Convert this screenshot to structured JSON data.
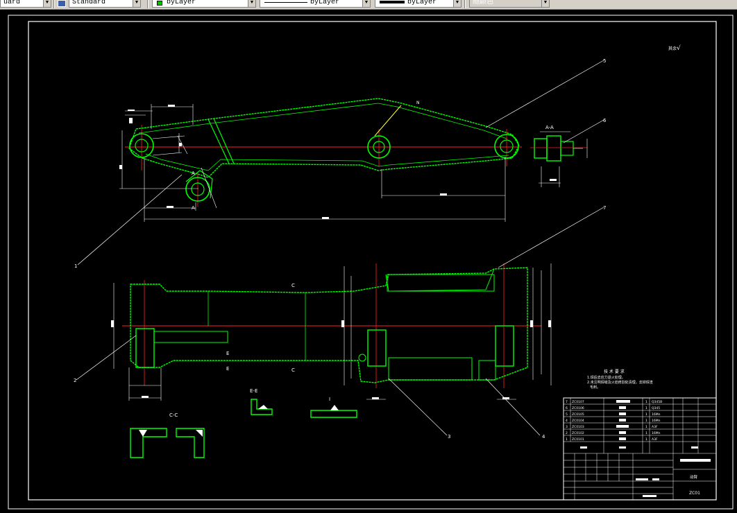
{
  "toolbar": {
    "textstyle_value": "uard",
    "dimstyle_value": "Standard",
    "layer_value": "byLayer",
    "layer_color": "#00c000",
    "linetype_value": "byLayer",
    "lineweight_value": "byLayer",
    "plotstyle_value": "随颜色"
  },
  "drawing": {
    "background": "#000000",
    "frame_color": "#ffffff",
    "outline_color": "#00ff00",
    "centerline_color": "#ff0000",
    "highlight_color": "#ffff00",
    "section_aa": "A-A",
    "section_cc": "C-C",
    "section_ee": "E-E",
    "section_i": "I",
    "roughness_note": "其余",
    "marker_c": "C",
    "marker_e": "E",
    "marker_a": "A",
    "tech_title": "技 术 要 求",
    "tech_line1": "1.焊后去应力退火处理。",
    "tech_line2": "2.未注明焊缝及火焰修割处清理，去掉焊渣",
    "tech_line3": "毛刺。",
    "balloons": [
      "1",
      "2",
      "3",
      "4",
      "5",
      "6",
      "7"
    ],
    "bom_numbers": [
      "7",
      "6",
      "5",
      "4",
      "3",
      "2",
      "1"
    ],
    "bom_codes": [
      "ZC0107",
      "ZC0106",
      "ZC0105",
      "ZC0104",
      "ZC0103",
      "ZC0102",
      "ZC0101"
    ],
    "bom_qty": [
      "1",
      "1",
      "1",
      "1",
      "1",
      "1",
      "1"
    ],
    "bom_material": [
      "Q345B",
      "Q345",
      "16Mn",
      "16Mn",
      "A3F",
      "16Mn",
      "A3F"
    ],
    "title_part": "动臂",
    "title_code": "ZC01"
  }
}
